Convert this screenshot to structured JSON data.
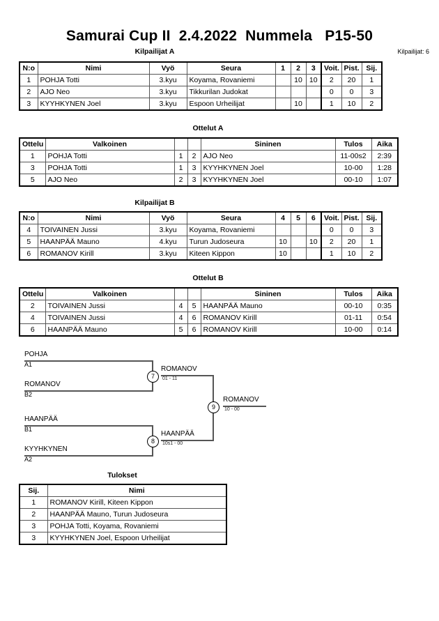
{
  "header": {
    "title": "Samurai Cup II  2.4.2022  Nummela   P15-50",
    "entrant_count": "Kilpailijat: 6"
  },
  "pool_a": {
    "caption": "Kilpailijat A",
    "columns": [
      "N:o",
      "Nimi",
      "Vyö",
      "Seura",
      "1",
      "2",
      "3",
      "Voit.",
      "Pist.",
      "Sij."
    ],
    "rows": [
      {
        "no": "1",
        "name": "POHJA Totti",
        "belt": "3.kyu",
        "club": "Koyama, Rovaniemi",
        "m1": "",
        "m2": "10",
        "m3": "10",
        "wins": "2",
        "points": "20",
        "rank": "1"
      },
      {
        "no": "2",
        "name": "AJO Neo",
        "belt": "3.kyu",
        "club": "Tikkurilan Judokat",
        "m1": "",
        "m2": "",
        "m3": "",
        "wins": "0",
        "points": "0",
        "rank": "3"
      },
      {
        "no": "3",
        "name": "KYYHKYNEN Joel",
        "belt": "3.kyu",
        "club": "Espoon Urheilijat",
        "m1": "",
        "m2": "10",
        "m3": "",
        "wins": "1",
        "points": "10",
        "rank": "2"
      }
    ]
  },
  "matches_a": {
    "caption": "Ottelut A",
    "columns": [
      "Ottelu",
      "Valkoinen",
      "",
      "",
      "Sininen",
      "Tulos",
      "Aika"
    ],
    "rows": [
      {
        "no": "1",
        "white": "POHJA Totti",
        "wn": "1",
        "bn": "2",
        "blue": "AJO Neo",
        "result": "11-00s2",
        "time": "2:39"
      },
      {
        "no": "3",
        "white": "POHJA Totti",
        "wn": "1",
        "bn": "3",
        "blue": "KYYHKYNEN Joel",
        "result": "10-00",
        "time": "1:28"
      },
      {
        "no": "5",
        "white": "AJO Neo",
        "wn": "2",
        "bn": "3",
        "blue": "KYYHKYNEN Joel",
        "result": "00-10",
        "time": "1:07"
      }
    ]
  },
  "pool_b": {
    "caption": "Kilpailijat B",
    "columns": [
      "N:o",
      "Nimi",
      "Vyö",
      "Seura",
      "4",
      "5",
      "6",
      "Voit.",
      "Pist.",
      "Sij."
    ],
    "rows": [
      {
        "no": "4",
        "name": "TOIVAINEN Jussi",
        "belt": "3.kyu",
        "club": "Koyama, Rovaniemi",
        "m1": "",
        "m2": "",
        "m3": "",
        "wins": "0",
        "points": "0",
        "rank": "3"
      },
      {
        "no": "5",
        "name": "HAANPÄÄ Mauno",
        "belt": "4.kyu",
        "club": "Turun Judoseura",
        "m1": "10",
        "m2": "",
        "m3": "10",
        "wins": "2",
        "points": "20",
        "rank": "1"
      },
      {
        "no": "6",
        "name": "ROMANOV Kirill",
        "belt": "3.kyu",
        "club": "Kiteen Kippon",
        "m1": "10",
        "m2": "",
        "m3": "",
        "wins": "1",
        "points": "10",
        "rank": "2"
      }
    ]
  },
  "matches_b": {
    "caption": "Ottelut B",
    "columns": [
      "Ottelu",
      "Valkoinen",
      "",
      "",
      "Sininen",
      "Tulos",
      "Aika"
    ],
    "rows": [
      {
        "no": "2",
        "white": "TOIVAINEN Jussi",
        "wn": "4",
        "bn": "5",
        "blue": "HAANPÄÄ Mauno",
        "result": "00-10",
        "time": "0:35"
      },
      {
        "no": "4",
        "white": "TOIVAINEN Jussi",
        "wn": "4",
        "bn": "6",
        "blue": "ROMANOV Kirill",
        "result": "01-11",
        "time": "0:54"
      },
      {
        "no": "6",
        "white": "HAANPÄÄ Mauno",
        "wn": "5",
        "bn": "6",
        "blue": "ROMANOV Kirill",
        "result": "10-00",
        "time": "0:14"
      }
    ]
  },
  "bracket": {
    "entries": [
      {
        "name": "POHJA",
        "seed": "A1"
      },
      {
        "name": "ROMANOV",
        "seed": "B2"
      },
      {
        "name": "HAANPÄÄ",
        "seed": "B1"
      },
      {
        "name": "KYYHKYNEN",
        "seed": "A2"
      }
    ],
    "nodes": [
      {
        "no": "7",
        "winner": "ROMANOV",
        "score": "01 - 11"
      },
      {
        "no": "8",
        "winner": "HAANPÄÄ",
        "score": "10s1 - 00"
      },
      {
        "no": "9",
        "winner": "ROMANOV",
        "score": "10 - 00"
      }
    ]
  },
  "results": {
    "caption": "Tulokset",
    "columns": [
      "Sij.",
      "Nimi"
    ],
    "rows": [
      {
        "rank": "1",
        "name": "ROMANOV Kirill, Kiteen Kippon"
      },
      {
        "rank": "2",
        "name": "HAANPÄÄ Mauno, Turun Judoseura"
      },
      {
        "rank": "3",
        "name": "POHJA Totti, Koyama, Rovaniemi"
      },
      {
        "rank": "3",
        "name": "KYYHKYNEN Joel, Espoon Urheilijat"
      }
    ]
  }
}
